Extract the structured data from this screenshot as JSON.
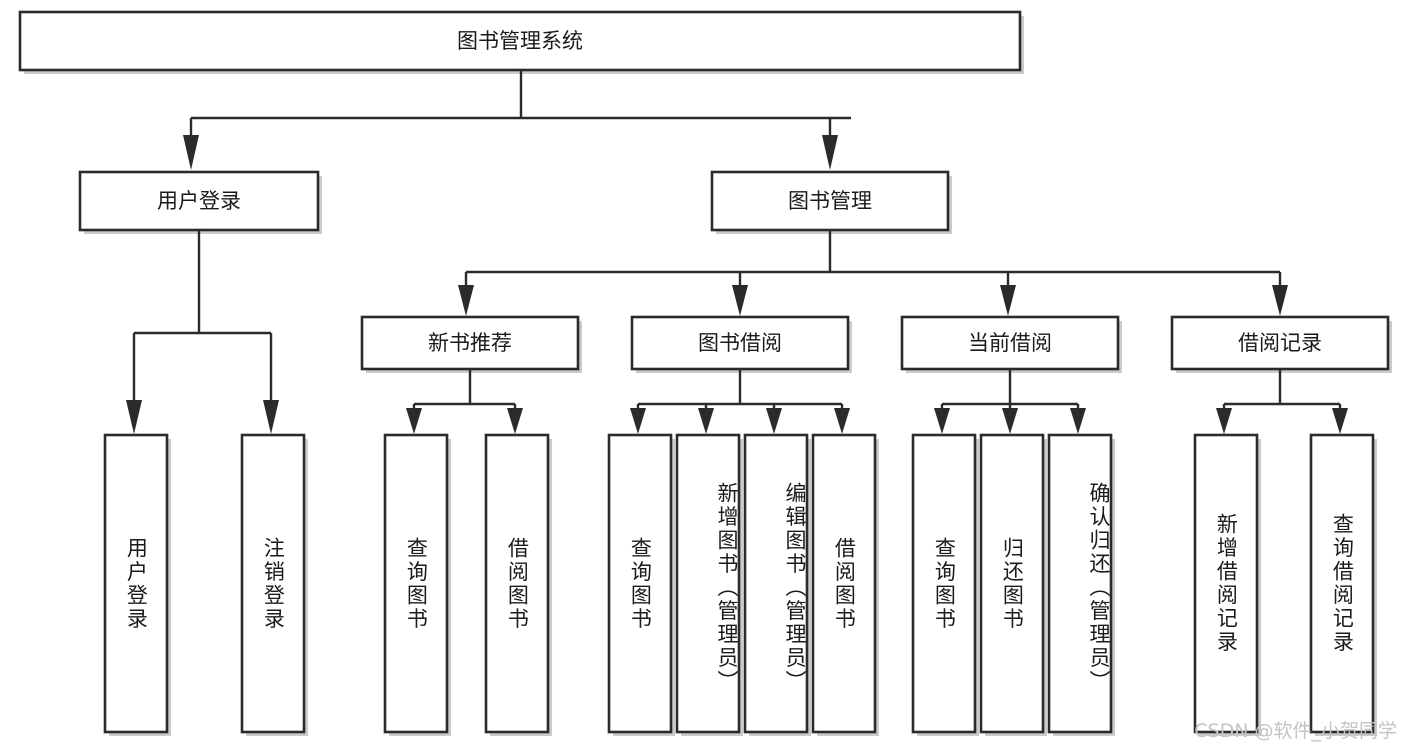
{
  "diagram": {
    "type": "tree-hierarchy-flowchart",
    "root": {
      "label": "图书管理系统"
    },
    "level2": [
      {
        "label": "用户登录"
      },
      {
        "label": "图书管理"
      }
    ],
    "level3": [
      {
        "label": "新书推荐"
      },
      {
        "label": "图书借阅"
      },
      {
        "label": "当前借阅"
      },
      {
        "label": "借阅记录"
      }
    ],
    "leaves": {
      "user_login": [
        {
          "label": "用户登录"
        },
        {
          "label": "注销登录"
        }
      ],
      "new_book_recommend": [
        {
          "label": "查询图书"
        },
        {
          "label": "借阅图书"
        }
      ],
      "book_borrow": [
        {
          "label": "查询图书"
        },
        {
          "label": "新增图书（管理员）"
        },
        {
          "label": "编辑图书（管理员）"
        },
        {
          "label": "借阅图书"
        }
      ],
      "current_borrow": [
        {
          "label": "查询图书"
        },
        {
          "label": "归还图书"
        },
        {
          "label": "确认归还（管理员）"
        }
      ],
      "borrow_record": [
        {
          "label": "新增借阅记录"
        },
        {
          "label": "查询借阅记录"
        }
      ]
    },
    "watermark": "CSDN @软件_小贺同学",
    "colors": {
      "stroke": "#2b2b2b",
      "fill": "#ffffff",
      "text": "#1b1b1b",
      "watermark": "#c4c4c4"
    }
  }
}
